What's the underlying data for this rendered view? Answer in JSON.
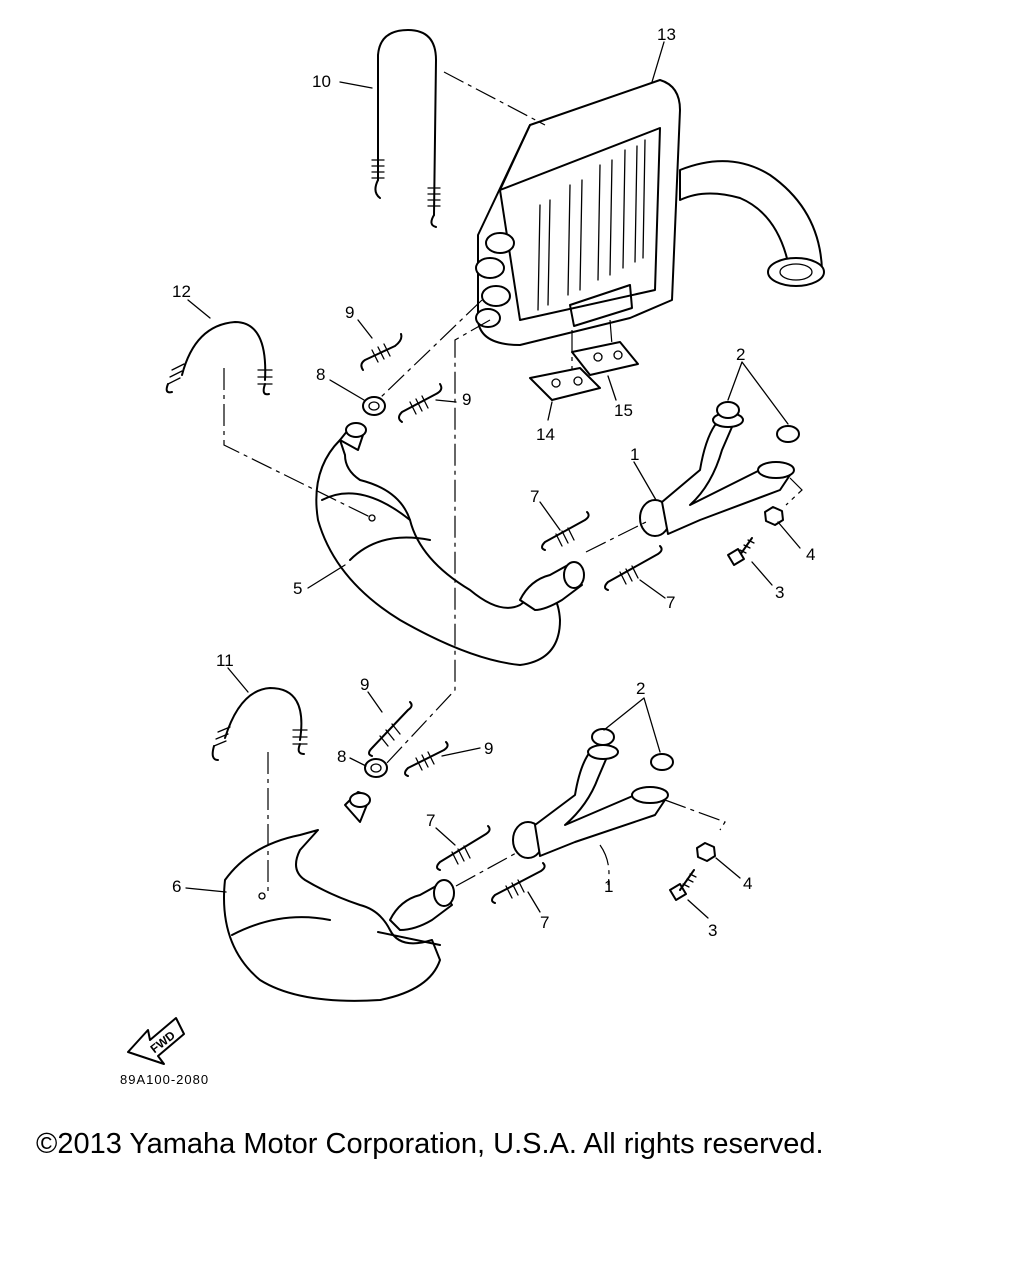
{
  "diagram": {
    "callouts": {
      "c1a": "1",
      "c1b": "1",
      "c2a": "2",
      "c2b": "2",
      "c3a": "3",
      "c3b": "3",
      "c4a": "4",
      "c4b": "4",
      "c5": "5",
      "c6": "6",
      "c7a": "7",
      "c7b": "7",
      "c7c": "7",
      "c7d": "7",
      "c8a": "8",
      "c8b": "8",
      "c9a": "9",
      "c9b": "9",
      "c9c": "9",
      "c9d": "9",
      "c10": "10",
      "c11": "11",
      "c12": "12",
      "c13": "13",
      "c14": "14",
      "c15": "15"
    },
    "fwd_label": "FWD"
  },
  "footer": {
    "part_number": "89A100-2080",
    "copyright": "©2013 Yamaha Motor Corporation, U.S.A. All rights reserved."
  }
}
